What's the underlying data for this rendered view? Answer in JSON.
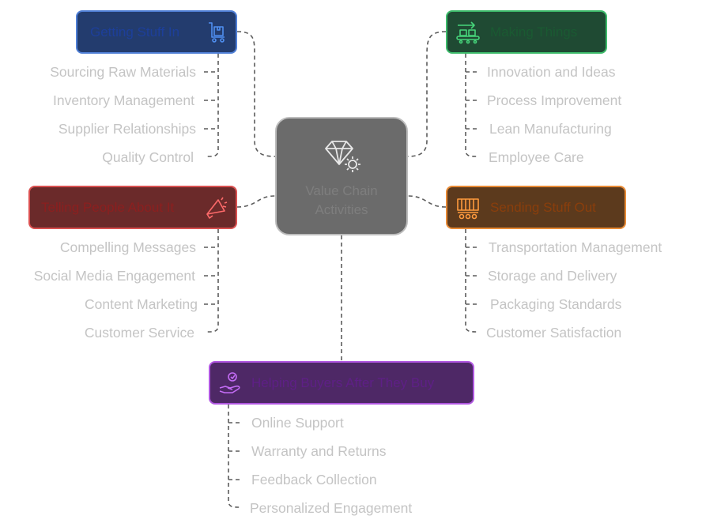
{
  "center": {
    "title_line1": "Value Chain",
    "title_line2": "Activities",
    "icon": "diamond-gear-icon"
  },
  "colors": {
    "getting": {
      "fill": "#233c6e",
      "border": "#4f7fd6",
      "text": "#1d3f9a"
    },
    "making": {
      "fill": "#1f4a33",
      "border": "#3dbb6b",
      "text": "#1a5a32"
    },
    "telling": {
      "fill": "#6b2a2a",
      "border": "#d95050",
      "text": "#8c1f1f"
    },
    "sending": {
      "fill": "#5c3a1d",
      "border": "#e88a35",
      "text": "#8a3e0c"
    },
    "helping": {
      "fill": "#4e2866",
      "border": "#b056e0",
      "text": "#5e1f86"
    },
    "item_text": "#c4c4c4",
    "connector": "#5c5c5c"
  },
  "categories": {
    "getting": {
      "label": "Getting Stuff In",
      "icon": "supply-cart-icon",
      "items": [
        "Sourcing Raw Materials",
        "Inventory Management",
        "Supplier Relationships",
        "Quality Control"
      ]
    },
    "making": {
      "label": "Making Things",
      "icon": "conveyor-belt-icon",
      "items": [
        "Innovation and Ideas",
        "Process Improvement",
        "Lean Manufacturing",
        "Employee Care"
      ]
    },
    "telling": {
      "label": "Telling People About It",
      "icon": "megaphone-icon",
      "items": [
        "Compelling Messages",
        "Social Media Engagement",
        "Content Marketing",
        "Customer Service"
      ]
    },
    "sending": {
      "label": "Sending Stuff Out",
      "icon": "delivery-truck-icon",
      "items": [
        "Transportation Management",
        "Storage and Delivery",
        "Packaging Standards",
        "Customer Satisfaction"
      ]
    },
    "helping": {
      "label": "Helping Buyers After They Buy",
      "icon": "helping-hand-icon",
      "items": [
        "Online Support",
        "Warranty and Returns",
        "Feedback Collection",
        "Personalized Engagement"
      ]
    }
  }
}
